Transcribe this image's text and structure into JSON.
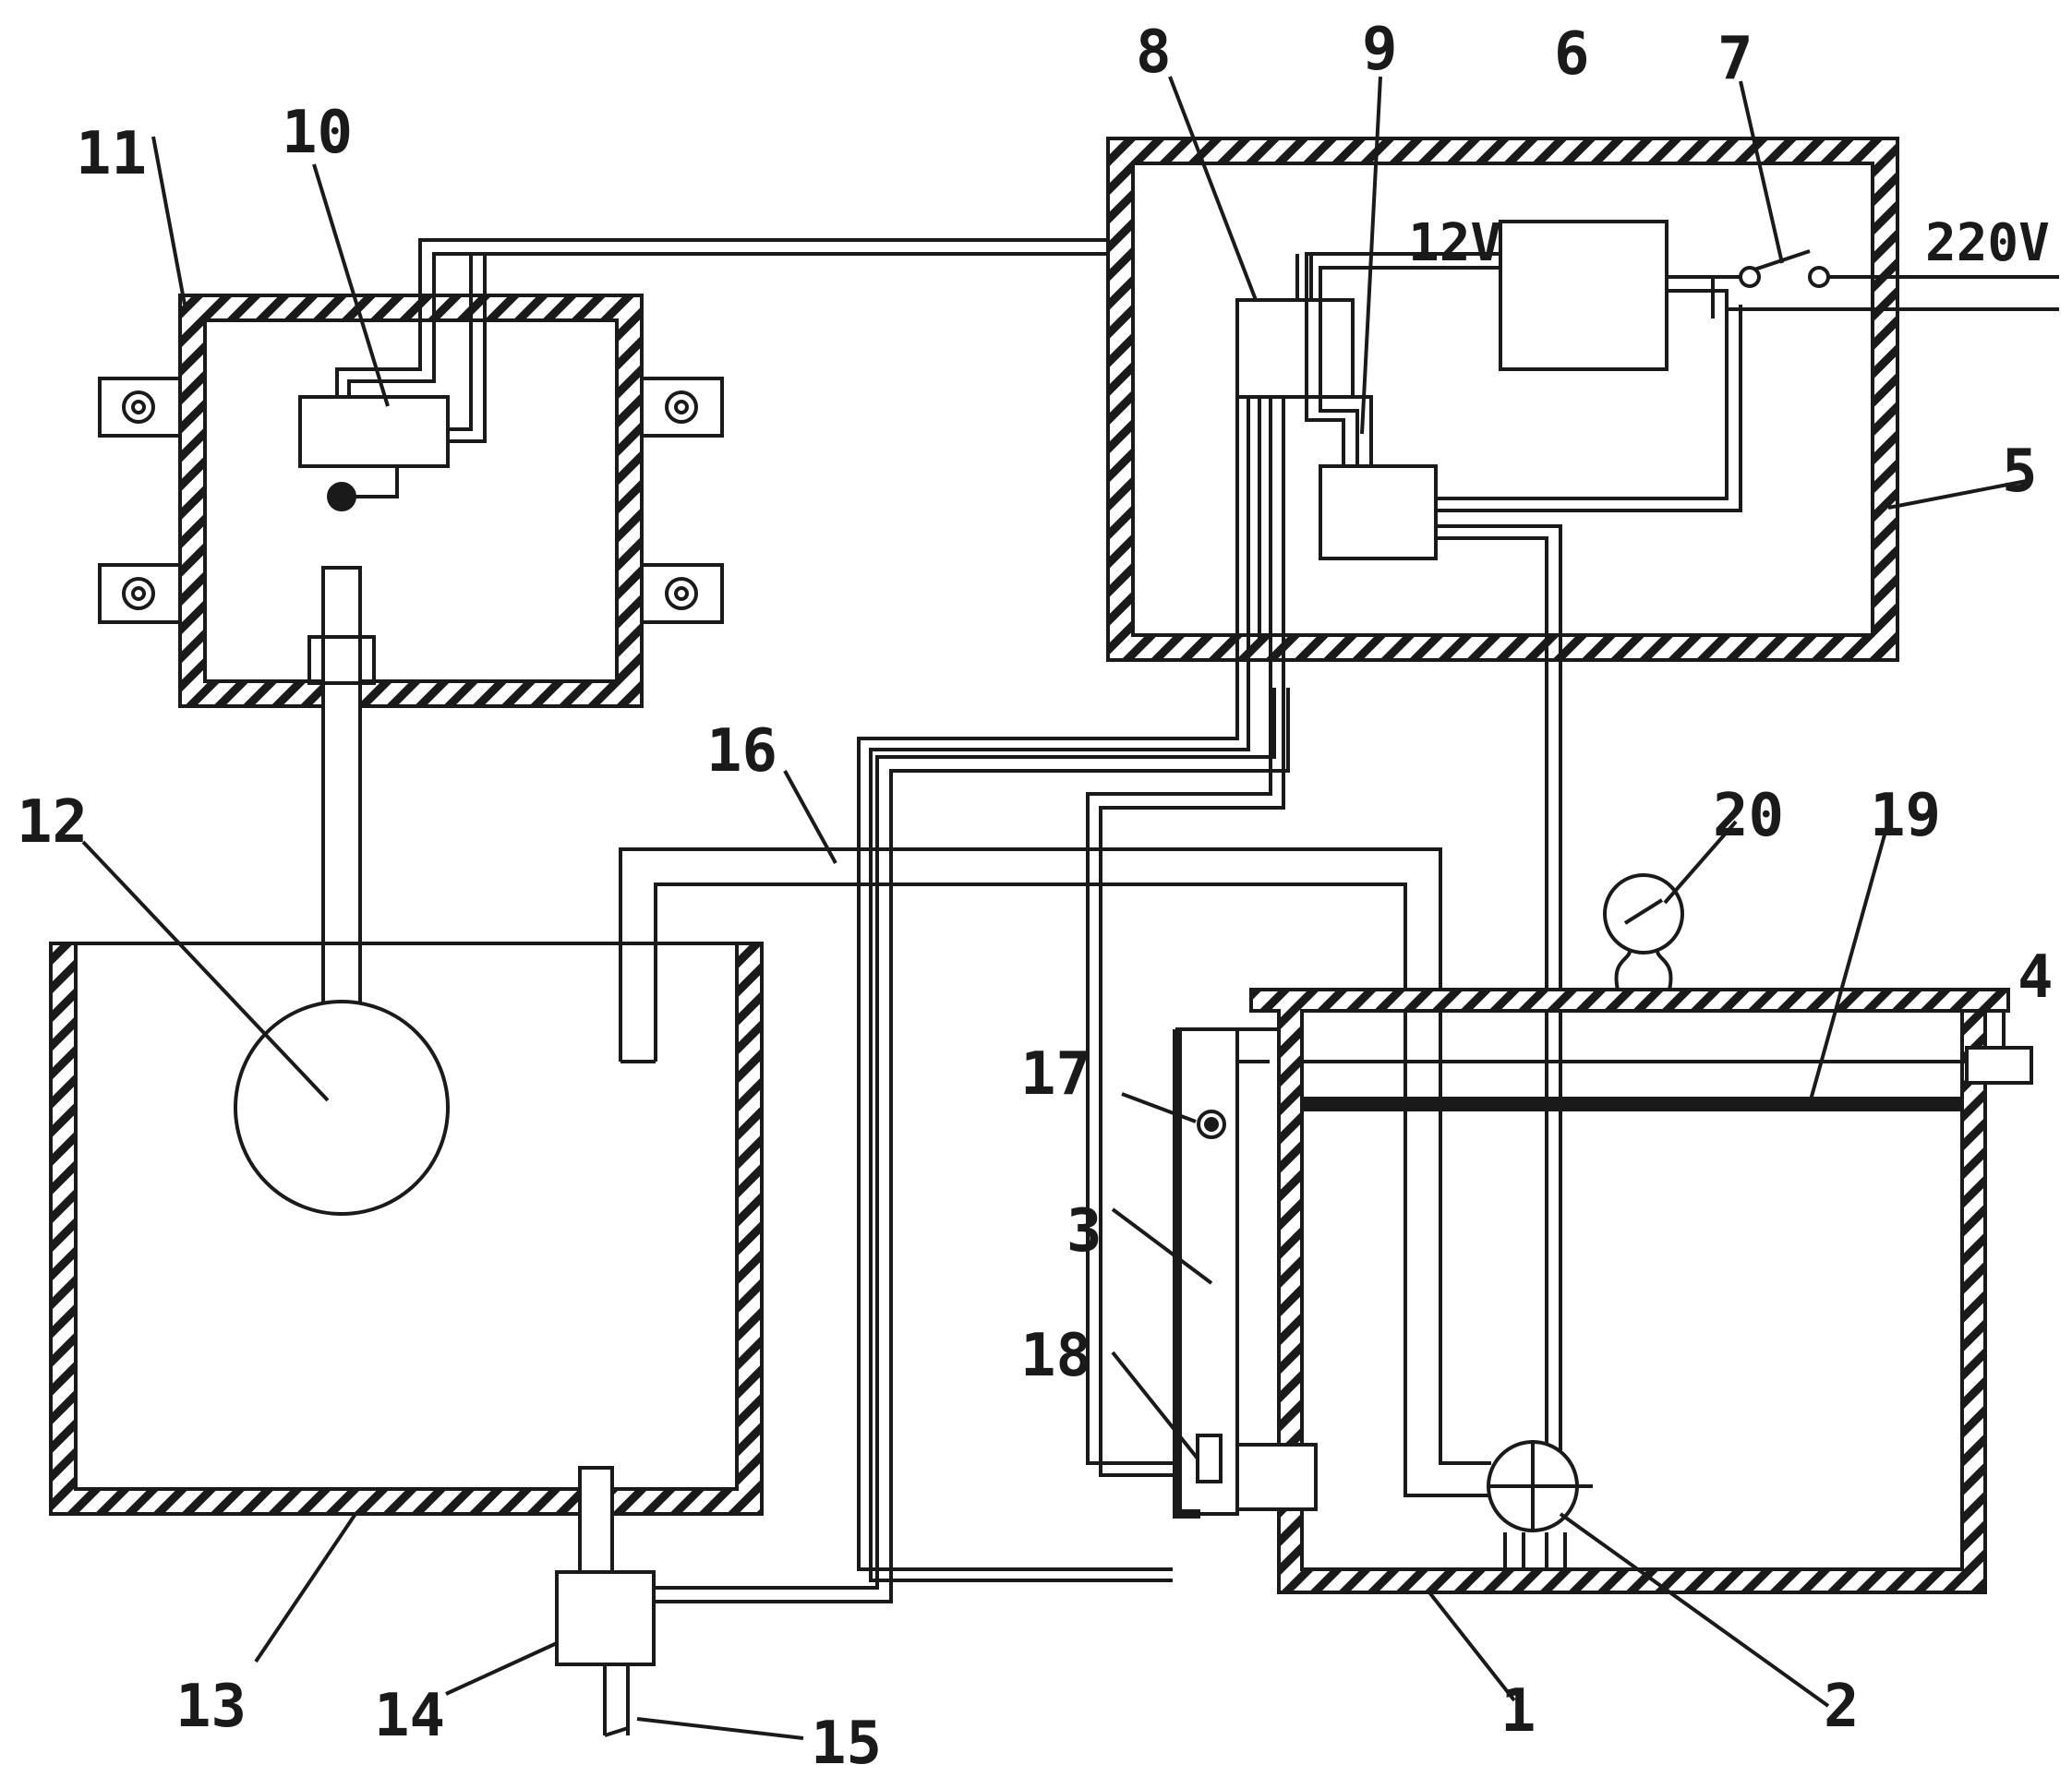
{
  "labels": {
    "n1": "1",
    "n2": "2",
    "n3": "3",
    "n4": "4",
    "n5": "5",
    "n6": "6",
    "n7": "7",
    "n8": "8",
    "n9": "9",
    "n10": "10",
    "n11": "11",
    "n12": "12",
    "n13": "13",
    "n14": "14",
    "n15": "15",
    "n16": "16",
    "n17": "17",
    "n18": "18",
    "n19": "19",
    "n20": "20"
  },
  "voltages": {
    "low": "12V",
    "mains": "220V"
  }
}
